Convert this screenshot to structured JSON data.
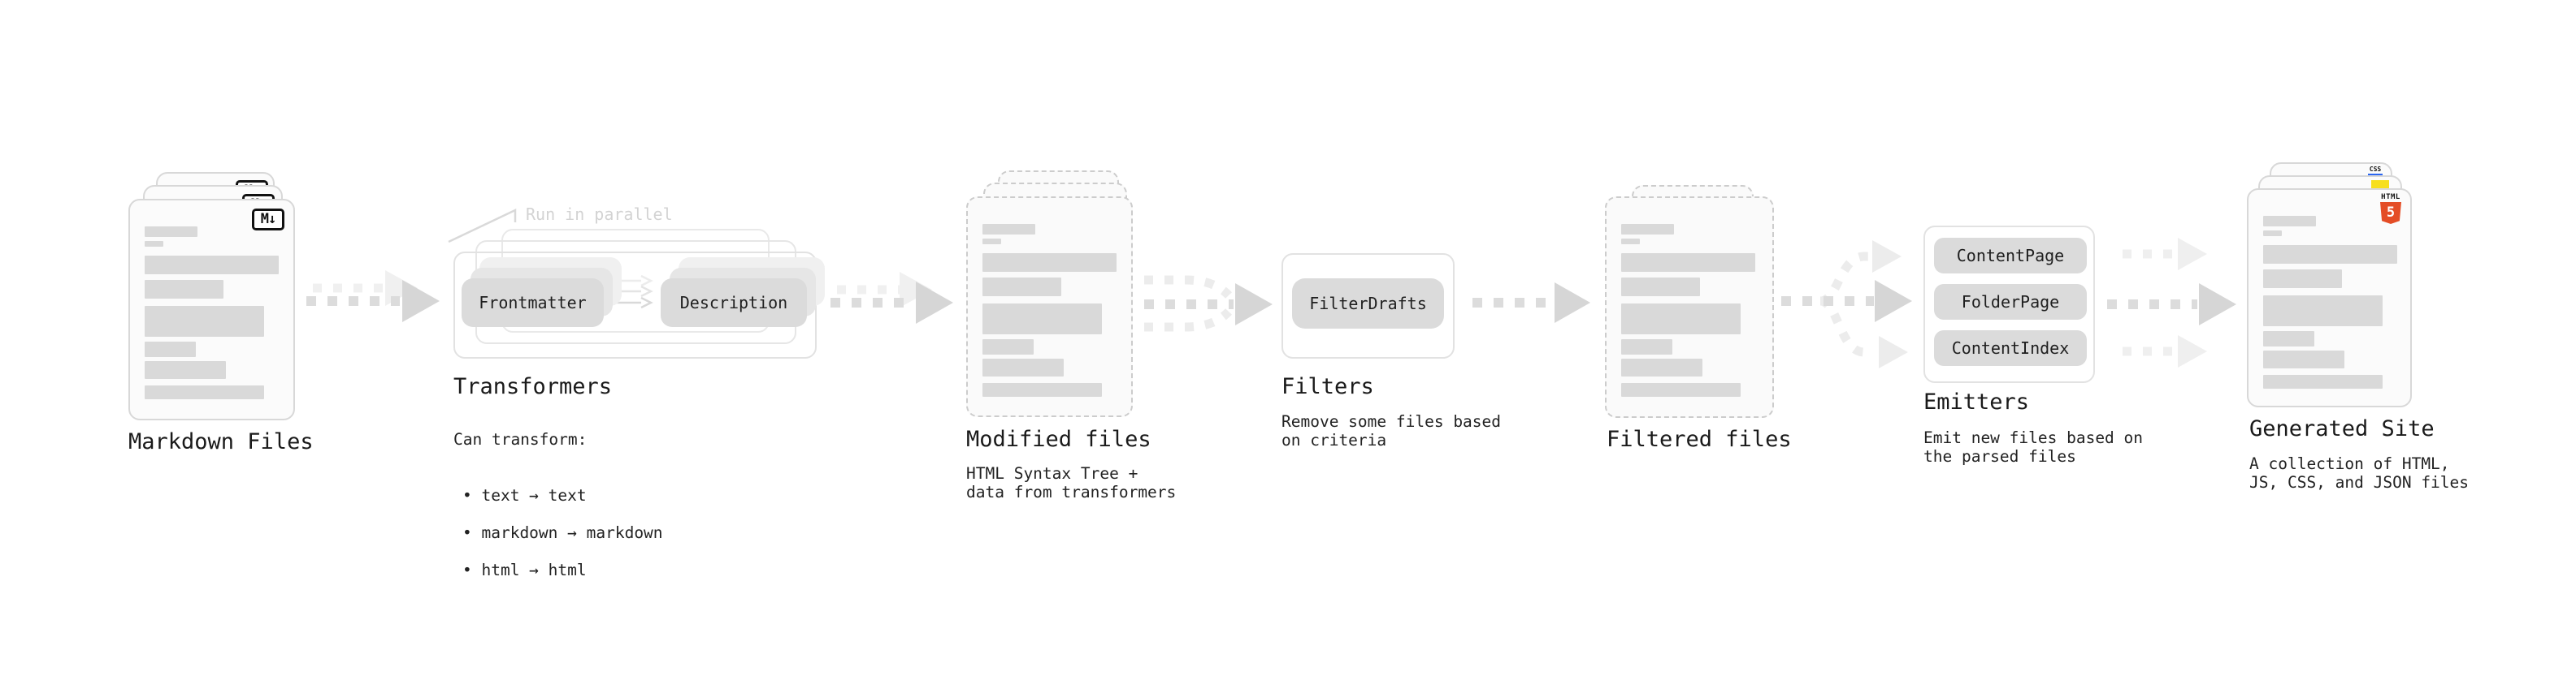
{
  "colors": {
    "background": "#ffffff",
    "card_fill": "#fbfbfb",
    "card_border_solid": "#d8d8d8",
    "card_border_dashed": "#cccccc",
    "content_bar": "#d9d9d9",
    "pill_fill": "#dbdbdb",
    "pill_text": "#1f1f1f",
    "container_border": "#e2e2e2",
    "arrow_main": "#d9d9d9",
    "arrow_light": "#eeeeee",
    "heading_text": "#1a1a1a",
    "body_text": "#222222",
    "annotation_text": "#d3d3d3",
    "markdown_badge": "#111111",
    "html5_orange": "#e44d26",
    "js_yellow": "#f7df1e",
    "css_blue": "#2965f1"
  },
  "sections": {
    "markdown_files": {
      "label": "Markdown Files",
      "badge": "M↓"
    },
    "transformers": {
      "heading": "Transformers",
      "annotation": "Run in parallel",
      "pills": [
        "Frontmatter",
        "Description"
      ],
      "description_title": "Can transform:",
      "bullets": [
        "• text → text",
        "• markdown → markdown",
        "• html → html"
      ]
    },
    "modified_files": {
      "heading": "Modified files",
      "description": "HTML Syntax Tree +\ndata from transformers"
    },
    "filters": {
      "heading": "Filters",
      "pill": "FilterDrafts",
      "description": "Remove some files based\non criteria"
    },
    "filtered_files": {
      "heading": "Filtered files"
    },
    "emitters": {
      "heading": "Emitters",
      "pills": [
        "ContentPage",
        "FolderPage",
        "ContentIndex"
      ],
      "description": "Emit new files based on\nthe parsed files"
    },
    "generated_site": {
      "heading": "Generated Site",
      "description": "A collection of HTML,\nJS, CSS, and JSON files",
      "badges": {
        "html_word": "HTML",
        "html_number": "5",
        "css_word": "CSS"
      }
    }
  }
}
